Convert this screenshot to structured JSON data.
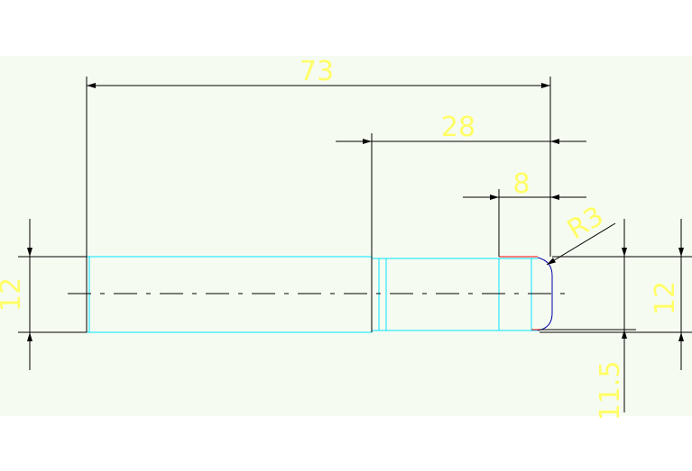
{
  "drawing": {
    "dimensions": {
      "overall_length": "73",
      "step_length": "28",
      "end_length": "8",
      "fillet_radius": "R3",
      "left_diameter": "12",
      "right_diameter": "12",
      "bottom_diameter": "11.5"
    },
    "colors": {
      "background": "#f6fbf1",
      "outline": "#00e5ff",
      "dimension_line": "#000000",
      "dimension_text": "#ffff66",
      "fillet_arc": "#0000aa",
      "fillet_edge": "#ff0000"
    }
  }
}
